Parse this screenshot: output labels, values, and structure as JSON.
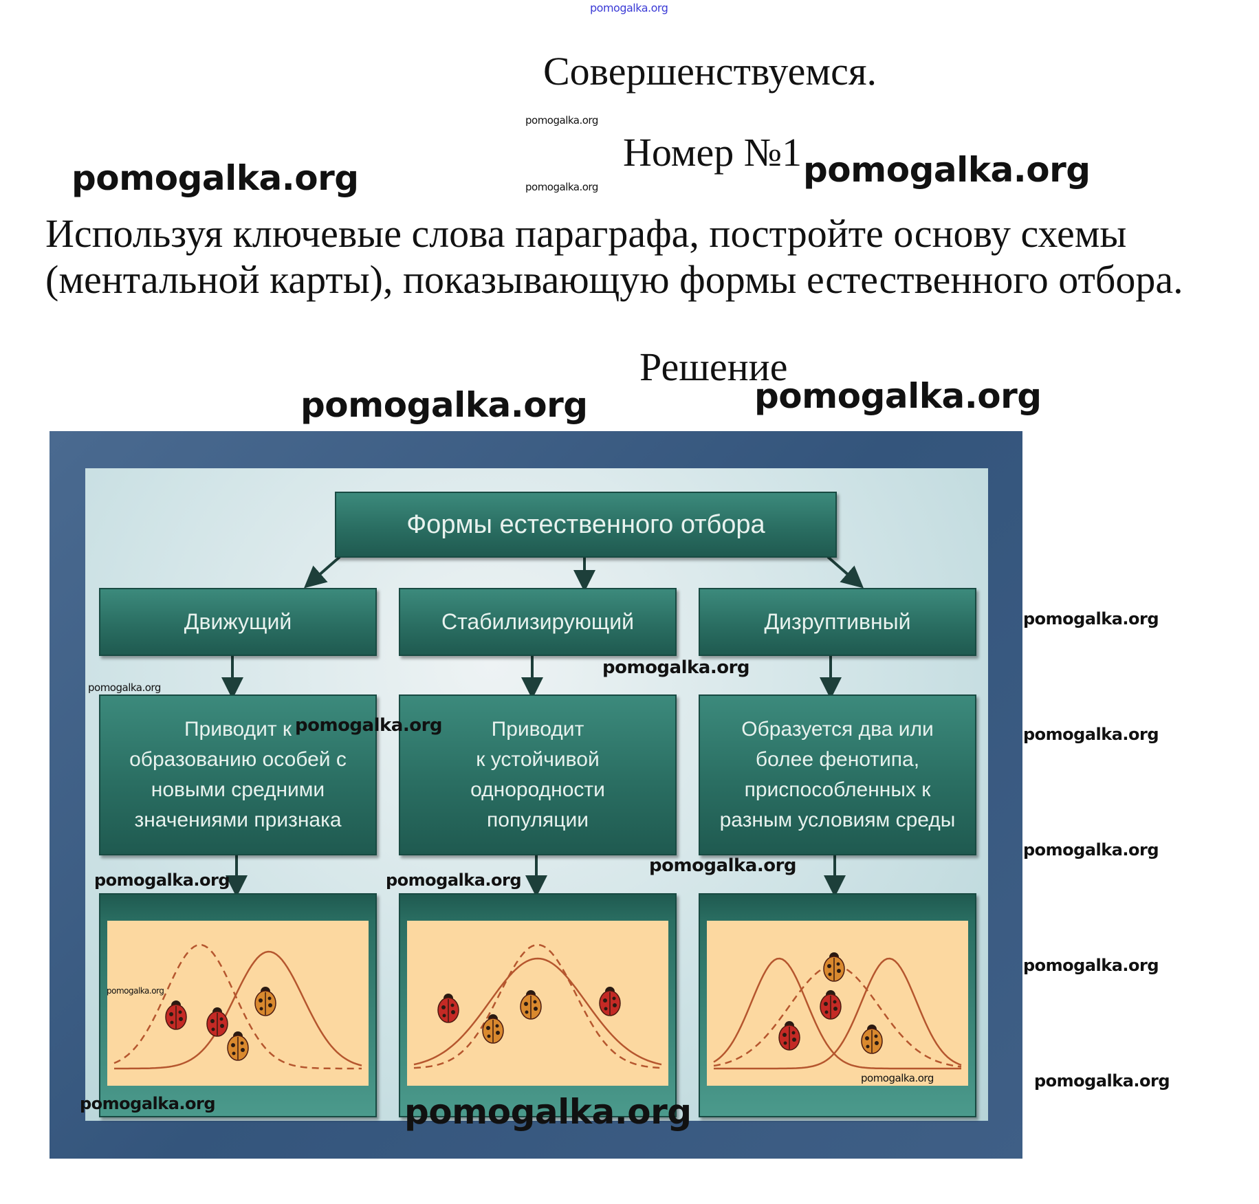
{
  "header": {
    "site_mark": "pomogalka.org",
    "section_title": "Совершенствуемся.",
    "task_number": "Номер №1",
    "task_text_line1": "Используя ключевые слова параграфа, постройте основу схемы",
    "task_text_line2": "(ментальной карты), показывающую формы естественного отбора.",
    "solution_label": "Решение"
  },
  "watermarks": {
    "text": "pomogalka.org"
  },
  "diagram": {
    "title": "Формы естественного отбора",
    "forms": [
      {
        "name": "Движущий",
        "description": [
          "Приводит к",
          "образованию особей с",
          "новыми средними",
          "значениями признака"
        ]
      },
      {
        "name": "Стабилизирующий",
        "description": [
          "Приводит",
          "к устойчивой",
          "однородности",
          "популяции"
        ]
      },
      {
        "name": "Дизруптивный",
        "description": [
          "Образуется два или",
          "более фенотипа,",
          "приспособленных к",
          "разным условиям среды"
        ]
      }
    ],
    "colors": {
      "box": "#2a6e62",
      "frame": "#3f5f86",
      "graph_bg": "#fcd8a0",
      "curve": "#b5562e"
    }
  }
}
